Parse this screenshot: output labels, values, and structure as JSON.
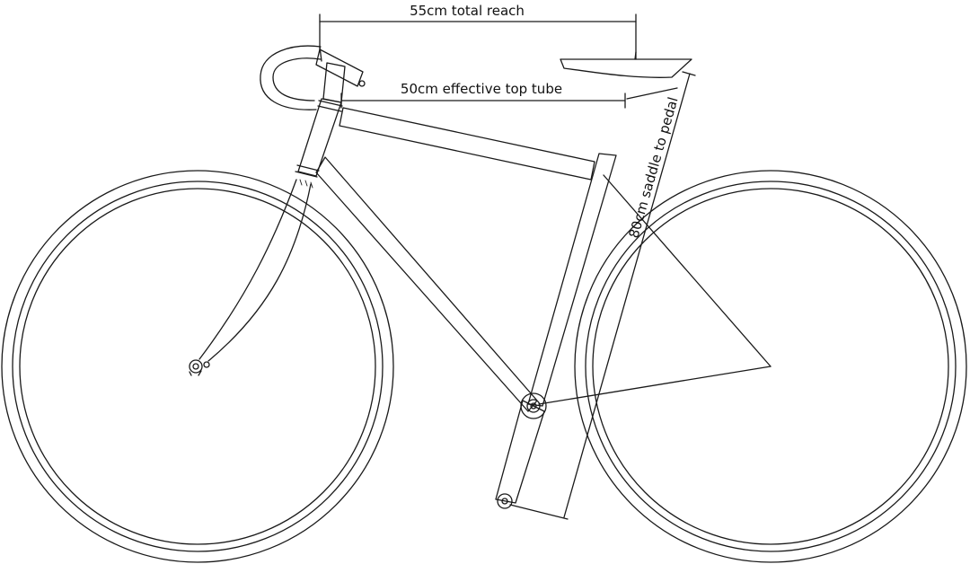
{
  "dimensions": {
    "total_reach": "55cm total reach",
    "effective_top_tube": "50cm effective top tube",
    "saddle_to_pedal": "80cm saddle to pedal"
  },
  "colors": {
    "line": "#1a1a1a",
    "background": "#ffffff"
  }
}
